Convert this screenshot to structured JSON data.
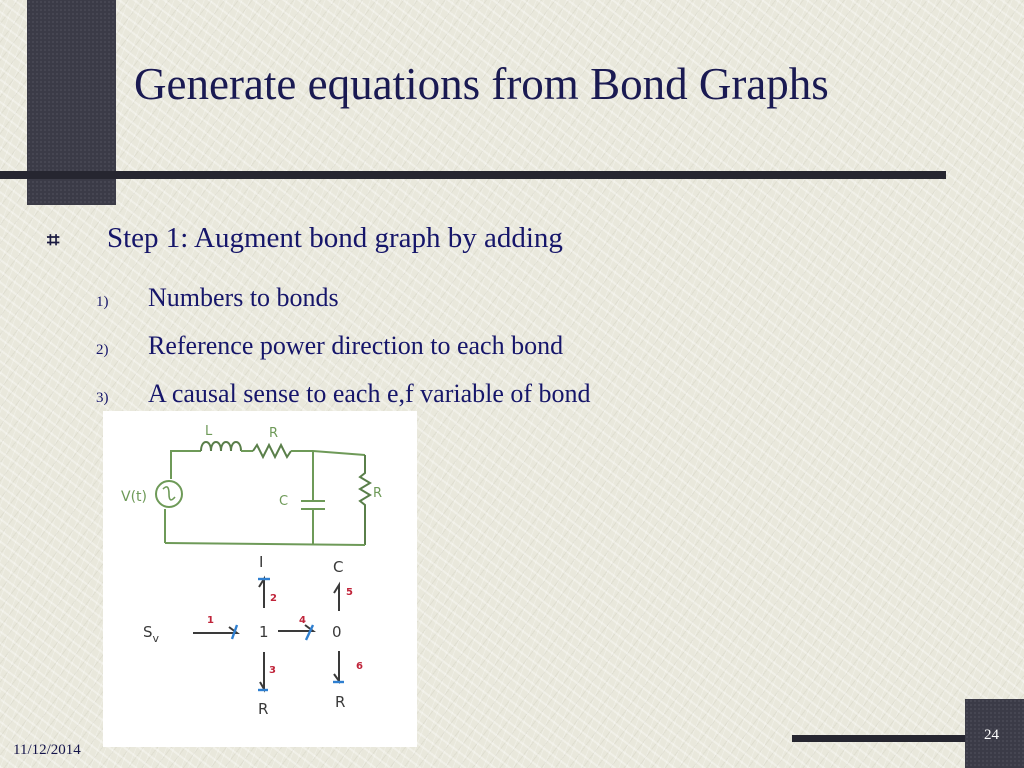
{
  "title": "Generate equations from Bond Graphs",
  "bullet": {
    "glyph": "⌗",
    "text": "Step 1:  Augment bond graph by adding"
  },
  "sub_items": [
    {
      "num": "1)",
      "text": "Numbers to bonds"
    },
    {
      "num": "2)",
      "text": "Reference power direction to each bond"
    },
    {
      "num": "3)",
      "text": "A causal sense to each e,f variable of bond"
    }
  ],
  "figure": {
    "circuit_labels": {
      "inductor": "L",
      "resistor_series": "R",
      "source": "V(t)",
      "capacitor": "C",
      "resistor_shunt": "R"
    },
    "bond_graph_labels": {
      "source": "S",
      "source_subscript": "v",
      "junction_1": "1",
      "junction_0": "0",
      "inertia": "I",
      "capacitance": "C",
      "resistance_left": "R",
      "resistance_right": "R"
    },
    "bond_numbers": [
      "1",
      "2",
      "3",
      "4",
      "5",
      "6"
    ],
    "colors": {
      "ink": "#3a3a3a",
      "wire": "#6e9a58",
      "bond_number": "#c0243a",
      "causal_stroke": "#2f7fd0"
    }
  },
  "footer": {
    "date": "11/12/2014",
    "page": "24"
  }
}
